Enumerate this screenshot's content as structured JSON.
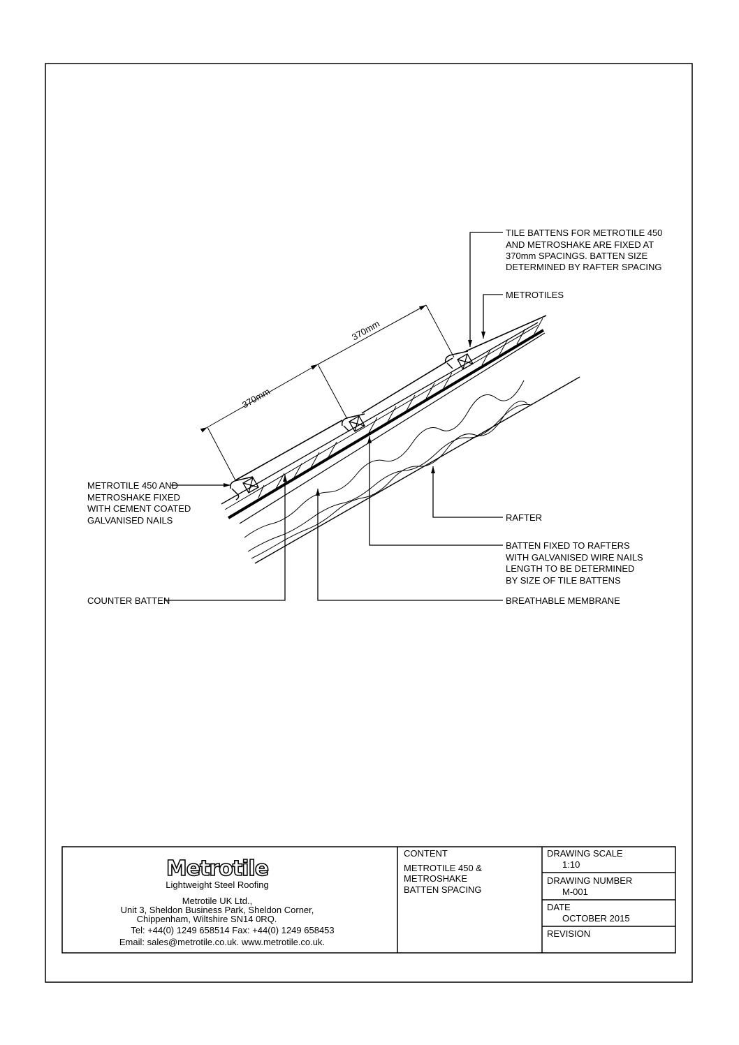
{
  "labels": {
    "tile_battens": [
      "TILE BATTENS FOR METROTILE 450",
      "AND METROSHAKE ARE FIXED AT",
      "370mm SPACINGS. BATTEN SIZE",
      "DETERMINED BY RAFTER SPACING"
    ],
    "metrotiles": "METROTILES",
    "fixed_nails": [
      "METROTILE 450 AND",
      "METROSHAKE FIXED",
      "WITH CEMENT COATED",
      "GALVANISED NAILS"
    ],
    "rafter": "RAFTER",
    "batten_fixed": [
      "BATTEN FIXED TO RAFTERS",
      "WITH GALVANISED WIRE NAILS",
      "LENGTH TO BE DETERMINED",
      "BY SIZE OF TILE BATTENS"
    ],
    "counter_batten": "COUNTER BATTEN",
    "breathable_membrane": "BREATHABLE MEMBRANE",
    "dim1": "370mm",
    "dim2": "370mm"
  },
  "title_block": {
    "logo": "Metrotile",
    "tagline": "Lightweight Steel Roofing",
    "address": [
      "Metrotile UK Ltd.,",
      "Unit 3, Sheldon Business Park, Sheldon Corner,",
      "Chippenham, Wiltshire SN14 0RQ.",
      "Tel: +44(0) 1249 658514   Fax: +44(0) 1249 658453",
      "Email: sales@metrotile.co.uk.   www.metrotile.co.uk."
    ],
    "content_label": "CONTENT",
    "content": [
      "METROTILE 450 &",
      "METROSHAKE",
      "BATTEN SPACING"
    ],
    "scale_label": "DRAWING SCALE",
    "scale": "1:10",
    "number_label": "DRAWING NUMBER",
    "number": "M-001",
    "date_label": "DATE",
    "date": "OCTOBER 2015",
    "revision_label": "REVISION"
  }
}
